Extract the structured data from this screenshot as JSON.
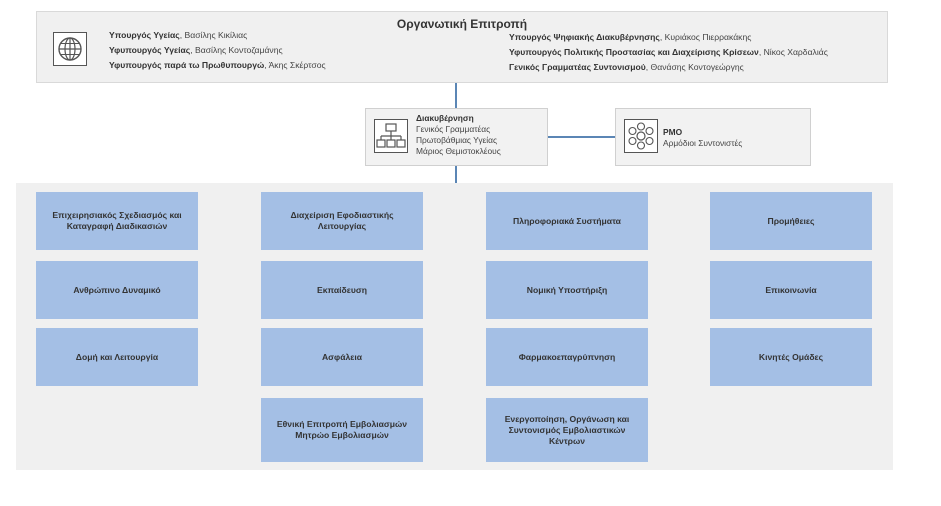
{
  "committee": {
    "title": "Οργανωτική Επιτροπή",
    "left_members": [
      {
        "role": "Υπουργός Υγείας",
        "name": ", Βασίλης Κικίλιας"
      },
      {
        "role": "Υφυπουργός Υγείας",
        "name": ", Βασίλης Κοντοζαμάνης"
      },
      {
        "role": "Υφυπουργός παρά τω Πρωθυπουργώ",
        "name": ", Άκης Σκέρτσος"
      }
    ],
    "right_members": [
      {
        "role": "Υπουργός Ψηφιακής Διακυβέρνησης",
        "name": ", Κυριάκος Πιερρακάκης"
      },
      {
        "role": "Υφυπουργός Πολιτικής Προστασίας και Διαχείρισης Κρίσεων",
        "name": ", Νίκος Χαρδαλιάς"
      },
      {
        "role": "Γενικός Γραμματέας Συντονισμού",
        "name": ", Θανάσης Κοντογεώργης"
      }
    ],
    "icon": "globe-icon"
  },
  "governance": {
    "title": "Διακυβέρνηση",
    "lines": [
      "Γενικός Γραμματέας",
      "Πρωτοβάθμιας Υγείας",
      "Μάριος Θεμιστοκλέους"
    ],
    "icon": "org-chart-icon"
  },
  "pmo": {
    "title": "PMO",
    "subtitle": "Αρμόδιοι Συντονιστές",
    "icon": "network-icon"
  },
  "units": {
    "col1": [
      "Επιχειρησιακός Σχεδιασμός και Καταγραφή Διαδικασιών",
      "Ανθρώπινο Δυναμικό",
      "Δομή και Λειτουργία"
    ],
    "col2": [
      "Διαχείριση Εφοδιαστικής Λειτουργίας",
      "Εκπαίδευση",
      "Ασφάλεια",
      "Εθνική Επιτροπή Εμβολιασμών Μητρώο Εμβολιασμών"
    ],
    "col3": [
      "Πληροφοριακά Συστήματα",
      "Νομική Υποστήριξη",
      "Φαρμακοεπαγρύπνηση",
      "Ενεργοποίηση, Οργάνωση και Συντονισμός Εμβολιαστικών Κέντρων"
    ],
    "col4": [
      "Προμήθειες",
      "Επικοινωνία",
      "Κινητές Ομάδες"
    ]
  },
  "colors": {
    "connector": "#5b86b5",
    "unit_fill": "#a4bfe5",
    "panel": "#f0f0f0"
  }
}
